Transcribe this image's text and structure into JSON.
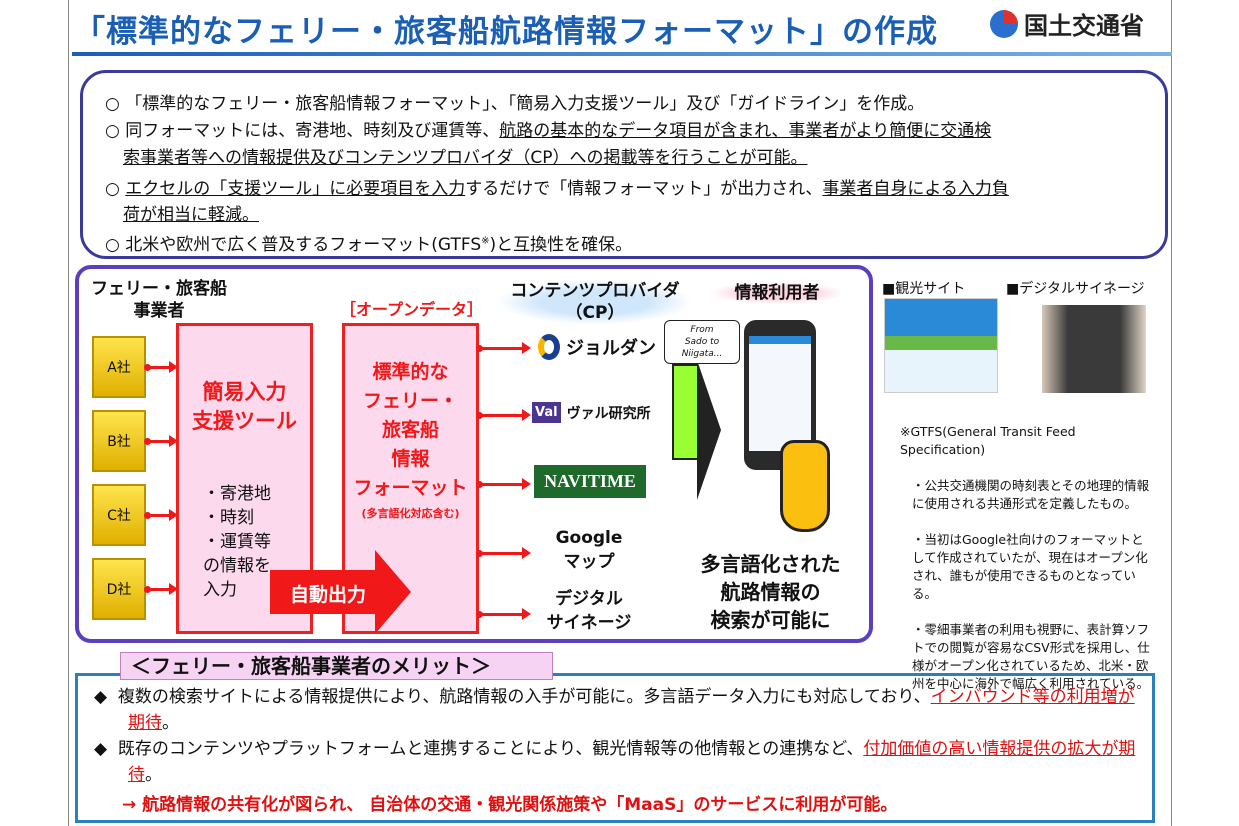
{
  "header": {
    "title": "「標準的なフェリー・旅客船航路情報フォーマット」の作成",
    "ministry": "国土交通省"
  },
  "summary": [
    {
      "bullet": "○",
      "parts": [
        "「標準的なフェリー・旅客船情報フォーマット」、「簡易入力支援ツール」及び「ガイドライン」を作成。"
      ]
    },
    {
      "bullet": "○",
      "parts": [
        "同フォーマットには、寄港地、時刻及び運賃等、",
        "航路の基本的なデータ項目が含まれ、事業者がより簡便に交通検",
        "索事業者等への情報提供及びコンテンツプロバイダ（CP）への掲載等を行うことが可能。"
      ]
    },
    {
      "bullet": "○",
      "parts": [
        "エクセルの「支援ツール」に必要項目を入力",
        "するだけで「情報フォーマット」が出力され、",
        "事業者自身による入力負",
        "荷が相当に軽減。"
      ]
    },
    {
      "bullet": "○",
      "parts": [
        "北米や欧州で広く普及するフォーマット(GTFS",
        "※",
        ")と互換性を確保。"
      ]
    }
  ],
  "diagram": {
    "operator_header": "フェリー・旅客船\n事業者",
    "companies": [
      "A社",
      "B社",
      "C社",
      "D社"
    ],
    "tool": {
      "title": "簡易入力\n支援ツール",
      "items": "・寄港地\n・時刻\n・運賃等\nの情報を\n入力"
    },
    "open_data_label": "［オープンデータ］",
    "format": {
      "title": "標準的な\nフェリー・\n旅客船\n情報\nフォーマット",
      "note": "(多言語化対応含む)"
    },
    "auto_output": "自動出力",
    "cp_header": "コンテンツプロバイダ\n（CP）",
    "providers": [
      "ジョルダン",
      "ヴァル研究所",
      "NAVITIME",
      "Google\nマップ",
      "デジタル\nサイネージ"
    ],
    "user_header": "情報利用者",
    "speech": "From\nSado to\nNiigata...",
    "result": "多言語化された\n航路情報の\n検索が可能に"
  },
  "side": {
    "tourism_label": "■観光サイト",
    "signage_label": "■デジタルサイネージ",
    "gtfs_title": "※GTFS(General Transit Feed\n  Specification)",
    "gtfs_notes": [
      "・公共交通機関の時刻表とその地理的情報に使用される共通形式を定義したもの。",
      "・当初はGoogle社向けのフォーマットとして作成されていたが、現在はオープン化され、誰もが使用できるものとなっている。",
      "・零細事業者の利用も視野に、表計算ソフトでの閲覧が容易なCSV形式を採用し、仕様がオープン化されているため、北米・欧州を中心に海外で幅広く利用されている。"
    ]
  },
  "merit": {
    "title": "＜フェリー・旅客船事業者のメリット＞",
    "items": [
      {
        "bullet": "◆",
        "text": "複数の検索サイトによる情報提供により、航路情報の入手が可能に。多言語データ入力にも対応しており、",
        "red": "インバウンド等の利用増が期待",
        "end": "。"
      },
      {
        "bullet": "◆",
        "text": "既存のコンテンツやプラットフォームと連携することにより、観光情報等の他情報との連携など、",
        "red": "付加価値の高い情報提供の拡大が期待",
        "end": "。"
      }
    ],
    "conclusion": "→  航路情報の共有化が図られ、 自治体の交通・観光関係施策や「MaaS」のサービスに利用が可能。"
  },
  "colors": {
    "title": "#1a5fb4",
    "red": "#f01818",
    "purple": "#5a3fc0"
  }
}
